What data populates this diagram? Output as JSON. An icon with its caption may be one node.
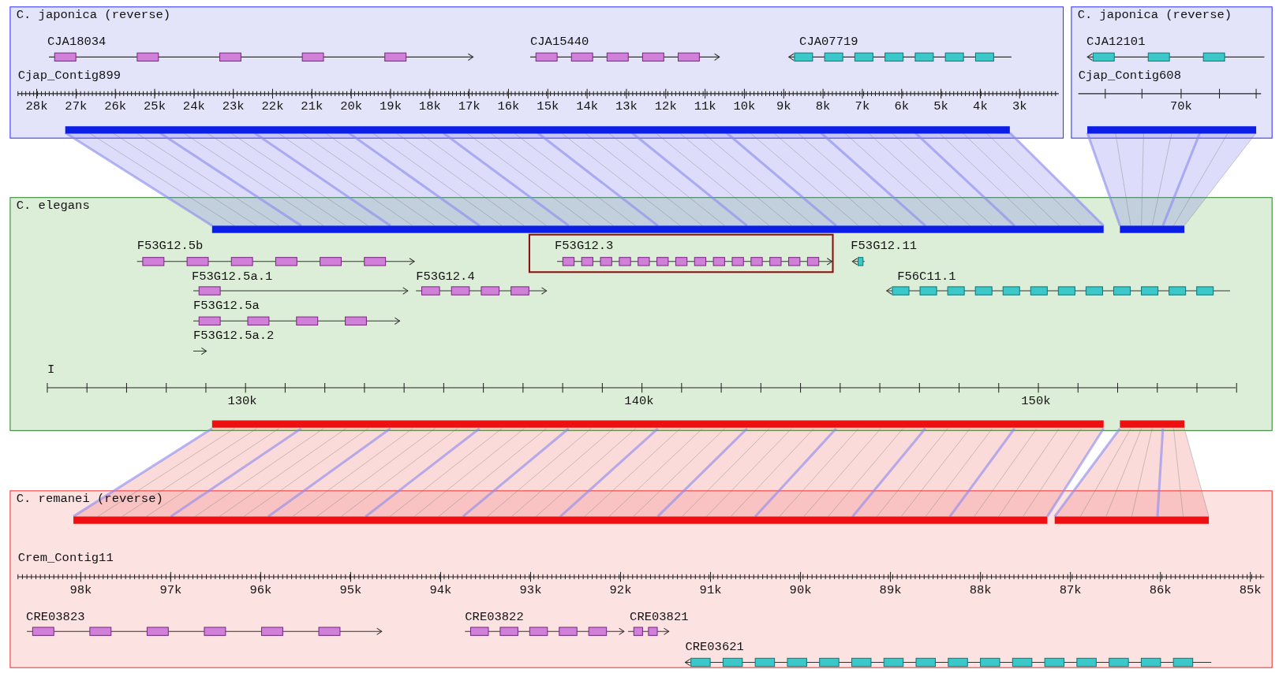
{
  "diagram": {
    "nodes": [
      {
        "text": [
          "C. japonica (reverse)"
        ]
      },
      {
        "text": [
          "CJA18034"
        ],
        "in": 0
      },
      {
        "text": [
          "CJA15440"
        ],
        "in": 0
      },
      {
        "text": [
          "CJA07719"
        ],
        "in": 0
      },
      {
        "text": [
          "C. japonica (reverse)"
        ]
      },
      {
        "text": [
          "CJA12101"
        ],
        "in": 4
      },
      {
        "text": [
          "C. elegans"
        ]
      },
      {
        "text": [
          "F53G12.5b"
        ],
        "in": 6
      },
      {
        "text": [
          "F53G12.3"
        ],
        "in": 6
      },
      {
        "text": [
          "F53G12.11"
        ],
        "in": 6
      },
      {
        "text": [
          "F53G12.5a.1"
        ],
        "in": 6
      },
      {
        "text": [
          "F53G12.4"
        ],
        "in": 6
      },
      {
        "text": [
          "F56C11.1"
        ],
        "in": 6
      },
      {
        "text": [
          "F53G12.5a"
        ],
        "in": 6
      },
      {
        "text": [
          "F53G12.5a.2"
        ],
        "in": 6
      },
      {
        "text": [
          "C. remanei (reverse)"
        ]
      },
      {
        "text": [
          "CRE03823"
        ],
        "in": 15
      },
      {
        "text": [
          "CRE03822"
        ],
        "in": 15
      },
      {
        "text": [
          "CRE03821"
        ],
        "in": 15
      },
      {
        "text": [
          "CRE03621"
        ],
        "in": 15
      }
    ],
    "labels": [
      "Cjap_Contig899",
      "28k",
      "27k",
      "26k",
      "25k",
      "24k",
      "23k",
      "22k",
      "21k",
      "20k",
      "19k",
      "18k",
      "17k",
      "16k",
      "15k",
      "14k",
      "13k",
      "12k",
      "11k",
      "10k",
      "9k",
      "8k",
      "7k",
      "6k",
      "5k",
      "4k",
      "3k",
      "Cjap_Contig608",
      "70k",
      "I",
      "130k",
      "140k",
      "150k",
      "Crem_Contig11",
      "98k",
      "97k",
      "96k",
      "95k",
      "94k",
      "93k",
      "92k",
      "91k",
      "90k",
      "89k",
      "88k",
      "87k",
      "86k",
      "85k"
    ]
  }
}
